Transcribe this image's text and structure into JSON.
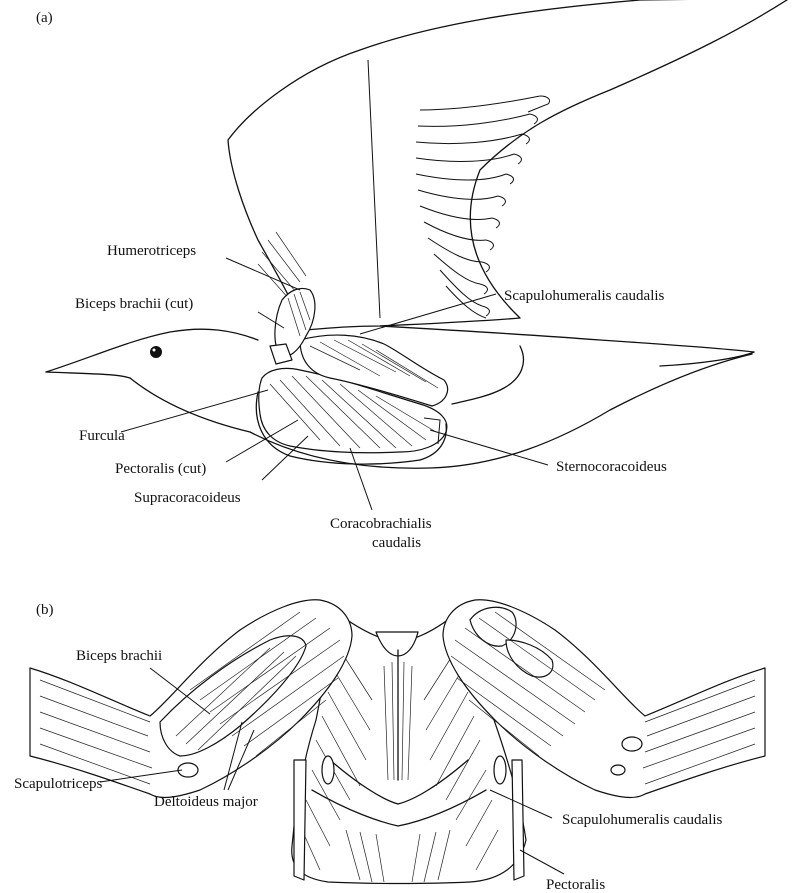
{
  "panel_a": {
    "panel_label": "(a)",
    "labels": {
      "humerotriceps": "Humerotriceps",
      "biceps_cut": "Biceps brachii (cut)",
      "scapulohumeralis": "Scapulohumeralis caudalis",
      "furcula": "Furcula",
      "pectoralis_cut": "Pectoralis (cut)",
      "supracoracoideus": "Supracoracoideus",
      "sternocoracoideus": "Sternocoracoideus",
      "coracobrachialis_1": "Coracobrachialis",
      "coracobrachialis_2": "caudalis"
    }
  },
  "panel_b": {
    "panel_label": "(b)",
    "labels": {
      "biceps": "Biceps brachii",
      "scapulotriceps": "Scapulotriceps",
      "deltoideus": "Deltoideus major",
      "scapulohumeralis": "Scapulohumeralis caudalis",
      "pectoralis": "Pectoralis"
    }
  }
}
